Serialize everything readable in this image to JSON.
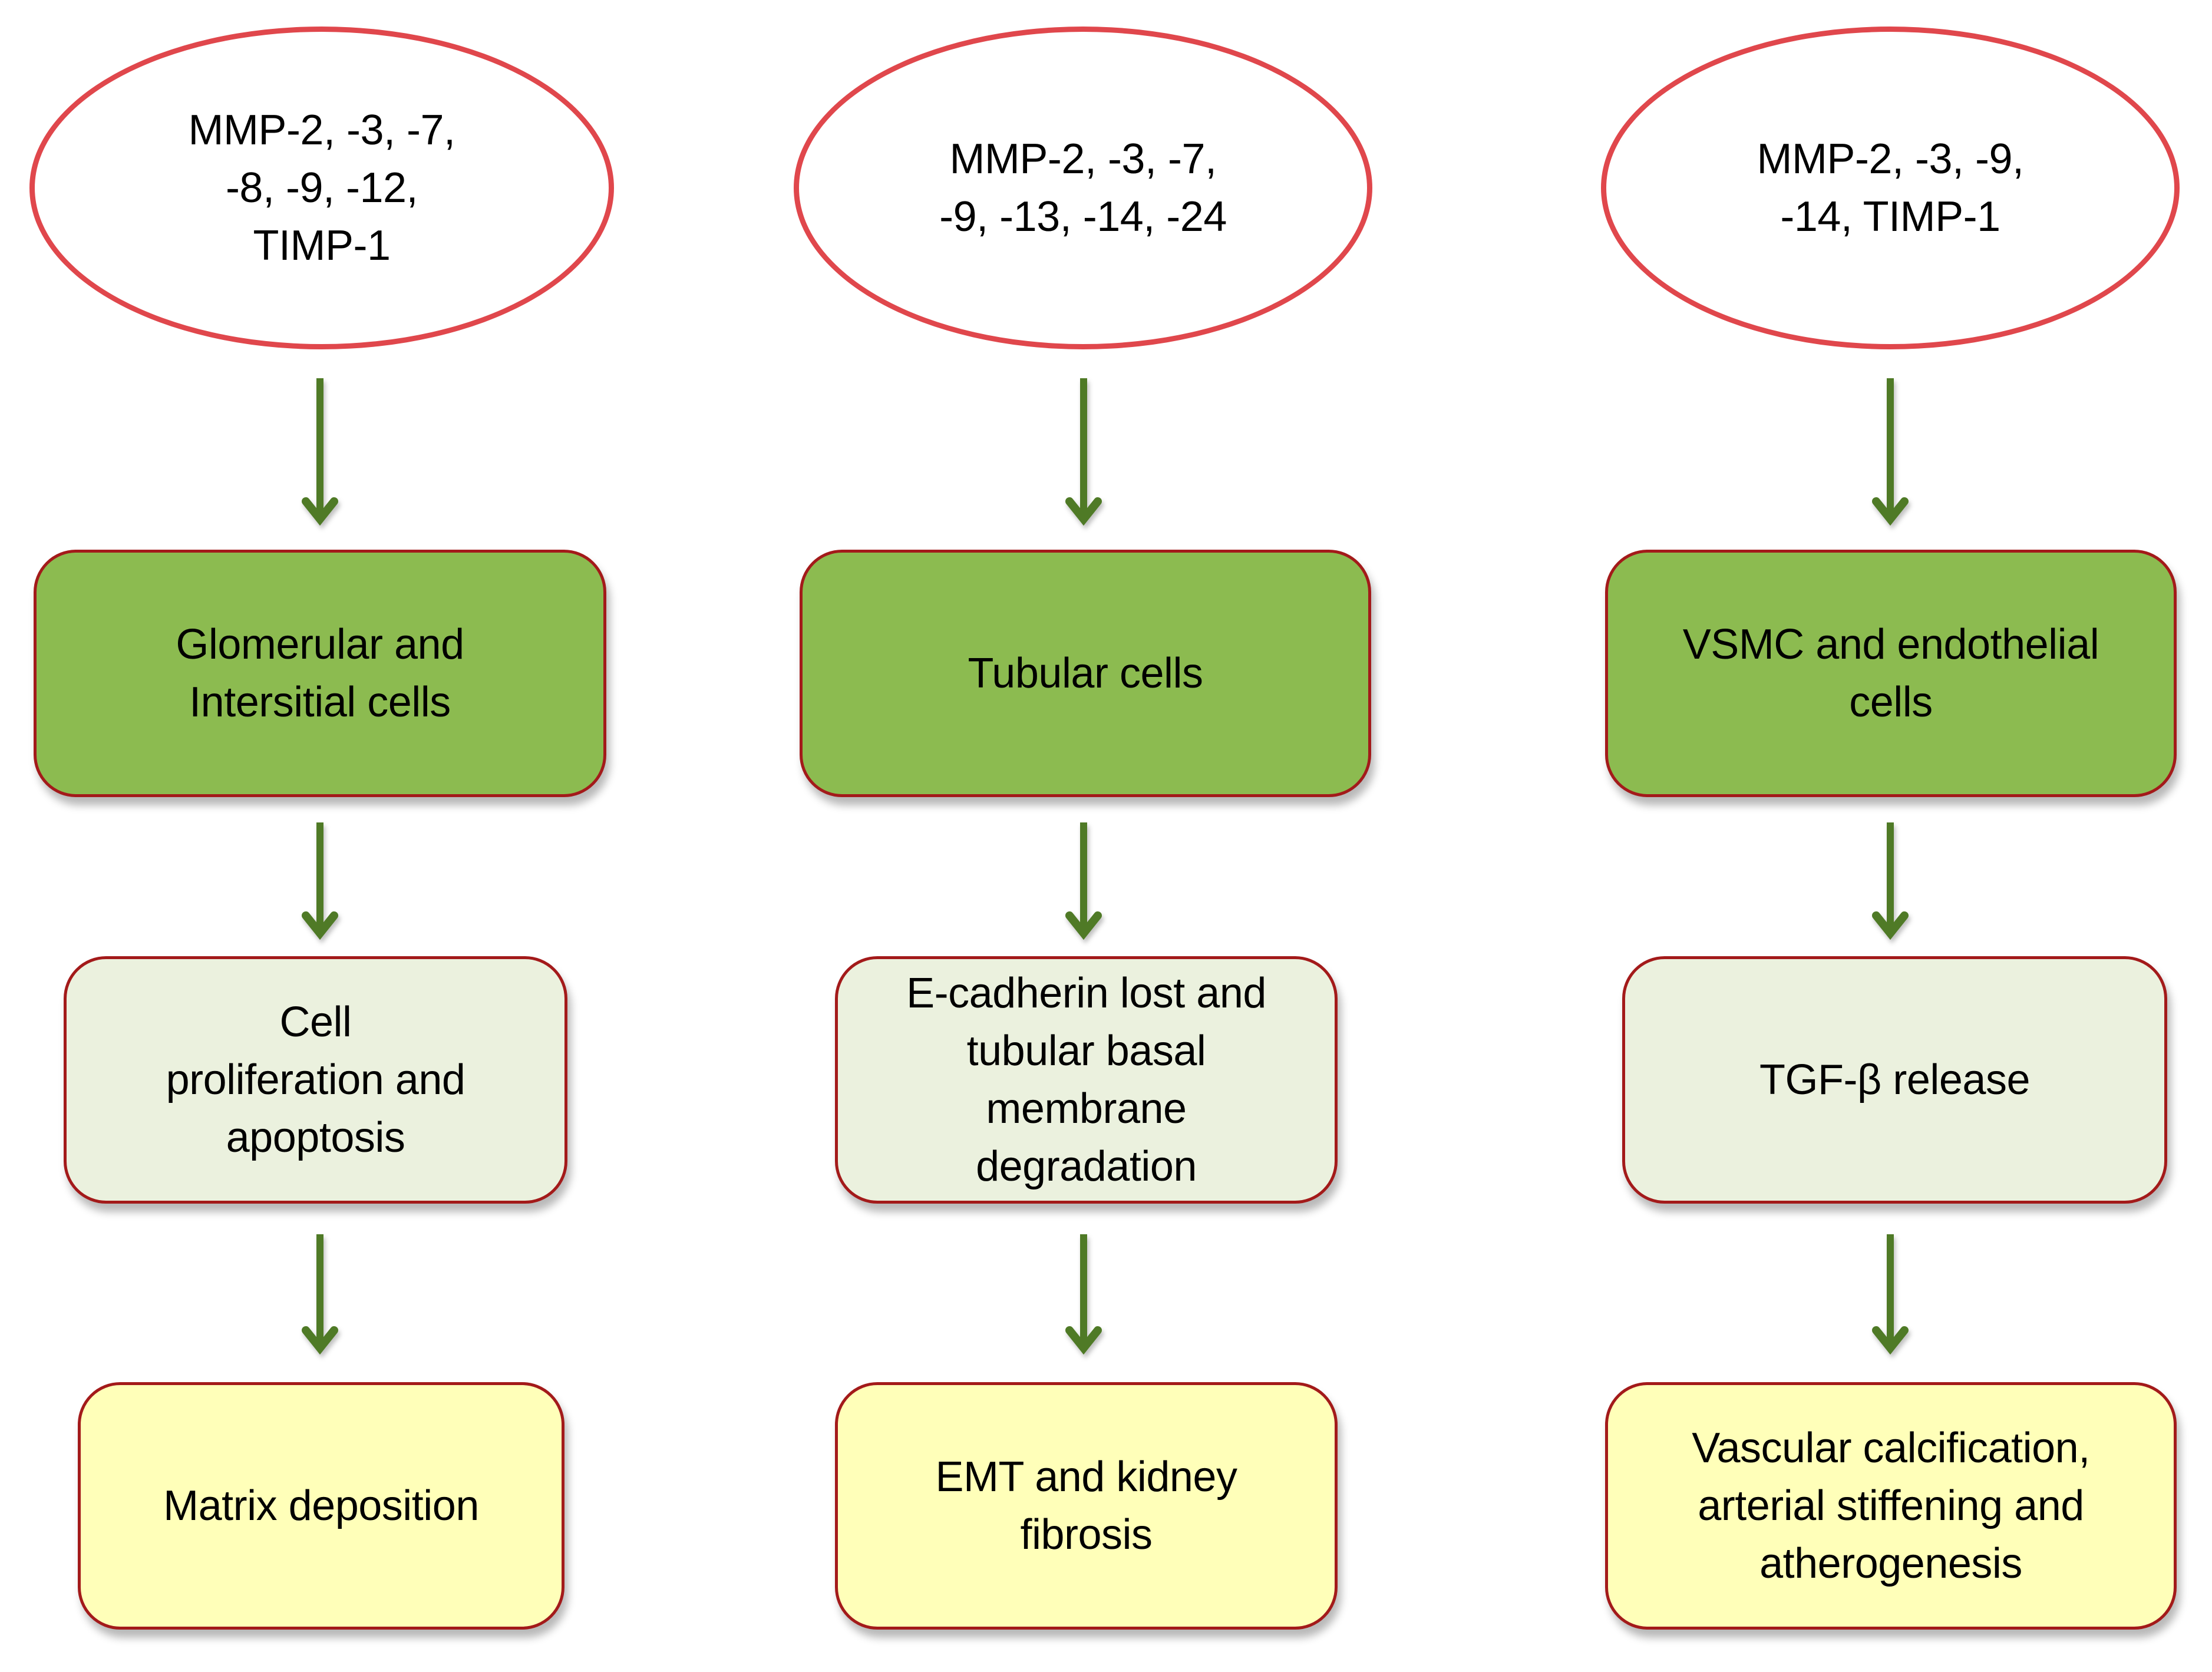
{
  "colors": {
    "ellipse_border": "#e0474c",
    "box_border": "#a31a1a",
    "cell_box_fill": "#8cbb50",
    "mechanism_box_fill": "#ebf1de",
    "outcome_box_fill": "#ffffb9",
    "arrow": "#4f7a28"
  },
  "columns": [
    {
      "enzymes": "MMP-2, -3, -7,\n-8, -9, -12,\nTIMP-1",
      "cell_type": "Glomerular and\nIntersitial cells",
      "mechanism": "Cell\nproliferation and\napoptosis",
      "outcome": "Matrix deposition"
    },
    {
      "enzymes": "MMP-2, -3, -7,\n-9, -13, -14, -24",
      "cell_type": "Tubular cells",
      "mechanism": "E-cadherin lost and\ntubular basal\nmembrane\ndegradation",
      "outcome": "EMT and kidney\nfibrosis"
    },
    {
      "enzymes": "MMP-2, -3, -9,\n-14, TIMP-1",
      "cell_type": "VSMC and endothelial\ncells",
      "mechanism": "TGF-β release",
      "outcome": "Vascular calcification,\narterial stiffening and\natherogenesis"
    }
  ],
  "arrows": [
    {
      "column": 0,
      "from": "enzymes",
      "to": "cell_type"
    },
    {
      "column": 0,
      "from": "cell_type",
      "to": "mechanism"
    },
    {
      "column": 0,
      "from": "mechanism",
      "to": "outcome"
    },
    {
      "column": 1,
      "from": "enzymes",
      "to": "cell_type"
    },
    {
      "column": 1,
      "from": "cell_type",
      "to": "mechanism"
    },
    {
      "column": 1,
      "from": "mechanism",
      "to": "outcome"
    },
    {
      "column": 2,
      "from": "enzymes",
      "to": "cell_type"
    },
    {
      "column": 2,
      "from": "cell_type",
      "to": "mechanism"
    },
    {
      "column": 2,
      "from": "mechanism",
      "to": "outcome"
    }
  ]
}
